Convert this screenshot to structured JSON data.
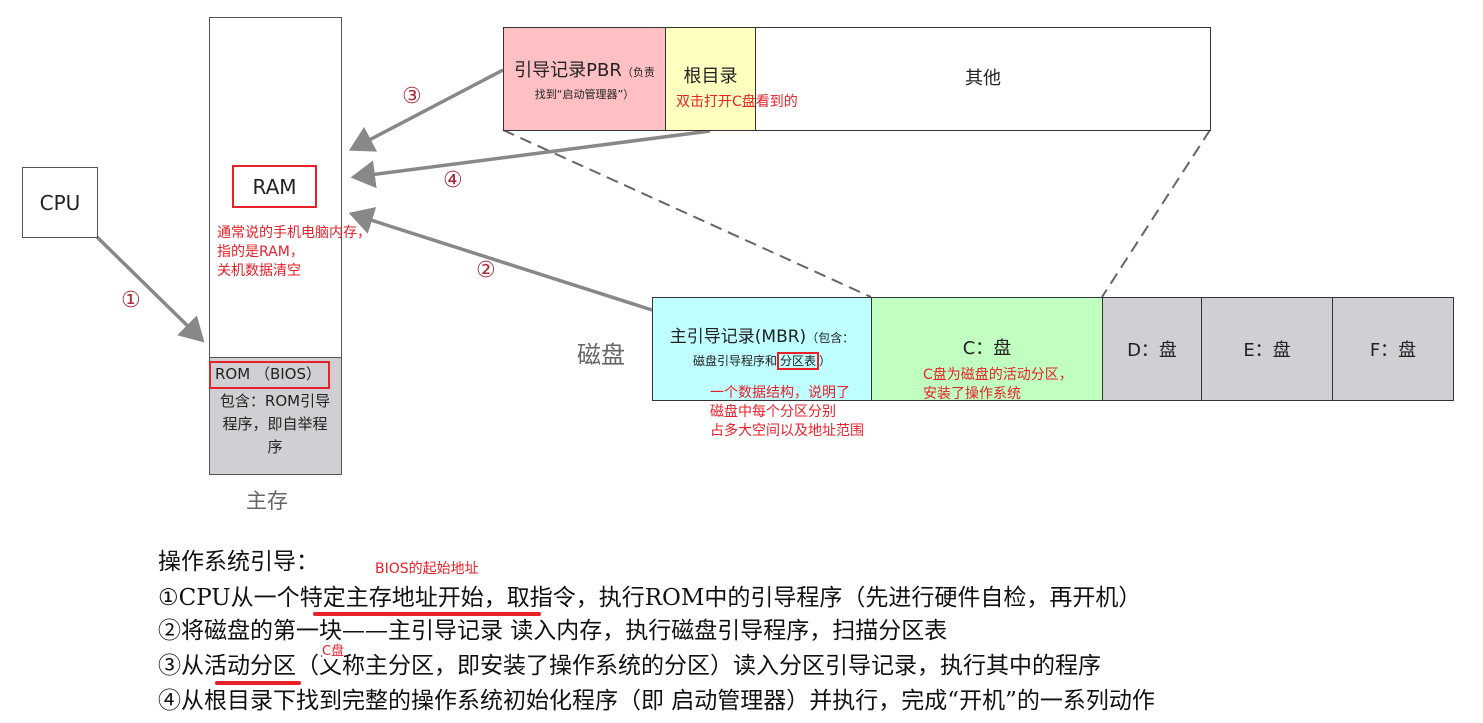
{
  "cpu": {
    "label": "CPU"
  },
  "memory": {
    "ram_label": "RAM",
    "ram_note": [
      "通常说的手机电脑内存，",
      "指的是RAM，",
      "关机数据清空"
    ],
    "rom_label": "ROM （BIOS）",
    "rom_desc": [
      "包含：ROM引导",
      "程序，即自举程",
      "序"
    ],
    "caption": "主存"
  },
  "partition_record": {
    "pbr_label": "引导记录PBR",
    "pbr_note": "（负责",
    "pbr_note2": "找到“启动管理器”）",
    "root_dir": "根目录",
    "root_note": "双击打开C盘看到的",
    "other": "其他"
  },
  "disk": {
    "caption": "磁盘",
    "mbr_label": "主引导记录(MBR)",
    "mbr_note": "（包含：",
    "mbr_note2_prefix": "磁盘引导程序和",
    "mbr_note2_highlight": "分区表",
    "mbr_note2_suffix": "）",
    "partition_table_note": [
      "一个数据结构，说明了",
      "磁盘中每个分区分别",
      "占多大空间以及地址范围"
    ],
    "c_label": "C：盘",
    "c_note": [
      "C盘为磁盘的活动分区，",
      "安装了操作系统"
    ],
    "d_label": "D：盘",
    "e_label": "E：盘",
    "f_label": "F：盘"
  },
  "steps_markers": [
    "①",
    "②",
    "③",
    "④"
  ],
  "text": {
    "title": "操作系统引导：",
    "bios_note": "BIOS的起始地址",
    "c_note": "C盘",
    "step1_a": "①CPU从一个",
    "step1_b": "特定主存地址开始",
    "step1_c": "，取指令，执行ROM中的引导程序（先进行硬件自检，再开机）",
    "step2": "②将磁盘的第一块——主引导记录 读入内存，执行磁盘引导程序，扫描分区表",
    "step3_a": "③从",
    "step3_b": "活动分区",
    "step3_c": "（又称主分区，即安装了操作系统的分区）读入分区引导记录，执行其中的程序",
    "step4": "④从根目录下找到完整的操作系统初始化程序（即 启动管理器）并执行，完成“开机”的一系列动作"
  }
}
